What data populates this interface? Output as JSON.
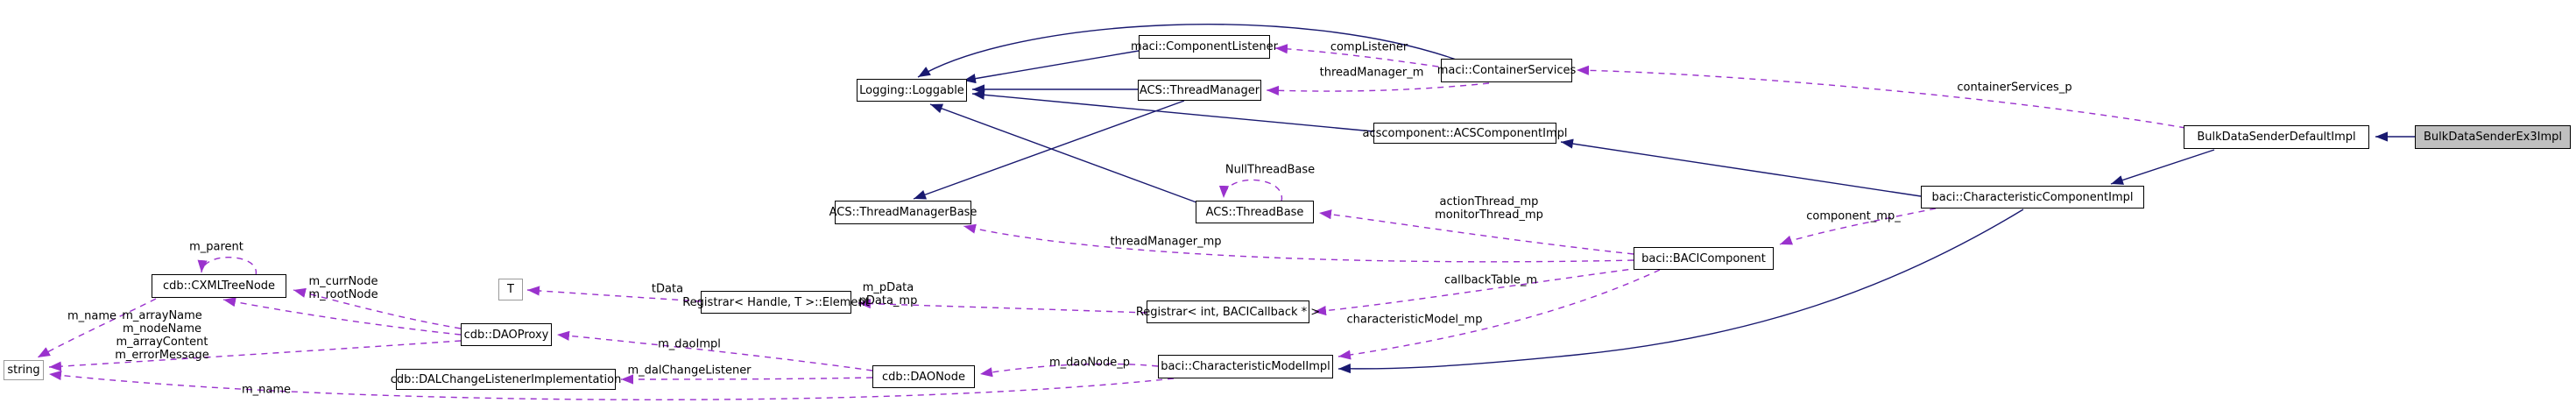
{
  "diagram": {
    "kind": "doxygen-collaboration-graph",
    "nodes": {
      "component_listener": {
        "label": "maci::ComponentListener"
      },
      "container_services": {
        "label": "maci::ContainerServices"
      },
      "loggable": {
        "label": "Logging::Loggable"
      },
      "thread_manager": {
        "label": "ACS::ThreadManager"
      },
      "acs_component_impl": {
        "label": "acscomponent::ACSComponentImpl"
      },
      "bulk_data_sender_default_impl": {
        "label": "BulkDataSenderDefaultImpl"
      },
      "bulk_data_sender_ex3_impl": {
        "label": "BulkDataSenderEx3Impl"
      },
      "thread_base": {
        "label": "ACS::ThreadBase"
      },
      "thread_manager_base": {
        "label": "ACS::ThreadManagerBase"
      },
      "characteristic_component_impl": {
        "label": "baci::CharacteristicComponentImpl"
      },
      "baci_component": {
        "label": "baci::BACIComponent"
      },
      "cxml_tree_node": {
        "label": "cdb::CXMLTreeNode"
      },
      "t_param": {
        "label": "T"
      },
      "registrar_element": {
        "label": "Registrar< Handle, T >::Element"
      },
      "registrar_int": {
        "label": "Registrar< int, BACICallback * >"
      },
      "string_node": {
        "label": "string"
      },
      "dao_proxy": {
        "label": "cdb::DAOProxy"
      },
      "dao_node": {
        "label": "cdb::DAONode"
      },
      "dal_change_listener_implementation": {
        "label": "cdb::DALChangeListenerImplementation"
      },
      "characteristic_model_impl": {
        "label": "baci::CharacteristicModelImpl"
      }
    },
    "edge_labels": {
      "comp_listener": "compListener",
      "thread_manager_m": "threadManager_m",
      "container_services_p": "containerServices_p",
      "null_thread_base": "NullThreadBase",
      "action_monitor_thread": "actionThread_mp\nmonitorThread_mp",
      "component_mp": "component_mp_",
      "thread_manager_mp": "threadManager_mp",
      "callback_table_m": "callbackTable_m",
      "characteristic_model_mp": "characteristicModel_mp",
      "m_pdata": "m_pData\npData_mp",
      "t_data": "tData",
      "m_parent": "m_parent",
      "m_curr_root_node": "m_currNode\nm_rootNode",
      "m_name_tree": "m_name",
      "dao_proxy_strings": "m_arrayName\nm_nodeName\nm_arrayContent\nm_errorMessage",
      "m_dao_impl": "m_daoImpl",
      "m_dal_change_listener": "m_dalChangeListener",
      "m_dao_node_p": "m_daoNode_p",
      "m_name_model": "m_name"
    },
    "relationships": [
      {
        "from": "bulk_data_sender_ex3_impl",
        "to": "bulk_data_sender_default_impl",
        "type": "inheritance"
      },
      {
        "from": "bulk_data_sender_default_impl",
        "to": "characteristic_component_impl",
        "type": "inheritance"
      },
      {
        "from": "characteristic_component_impl",
        "to": "acs_component_impl",
        "type": "inheritance"
      },
      {
        "from": "characteristic_component_impl",
        "to": "characteristic_model_impl",
        "type": "inheritance"
      },
      {
        "from": "acs_component_impl",
        "to": "loggable",
        "type": "inheritance"
      },
      {
        "from": "component_listener",
        "to": "loggable",
        "type": "inheritance"
      },
      {
        "from": "container_services",
        "to": "loggable",
        "type": "inheritance"
      },
      {
        "from": "thread_manager",
        "to": "loggable",
        "type": "inheritance"
      },
      {
        "from": "thread_base",
        "to": "loggable",
        "type": "inheritance"
      },
      {
        "from": "thread_manager",
        "to": "thread_manager_base",
        "type": "inheritance"
      },
      {
        "from": "container_services",
        "to": "component_listener",
        "type": "usage",
        "label": "compListener"
      },
      {
        "from": "container_services",
        "to": "thread_manager",
        "type": "usage",
        "label": "threadManager_m"
      },
      {
        "from": "bulk_data_sender_default_impl",
        "to": "container_services",
        "type": "usage",
        "label": "containerServices_p"
      },
      {
        "from": "thread_base",
        "to": "thread_base",
        "type": "usage",
        "label": "NullThreadBase"
      },
      {
        "from": "baci_component",
        "to": "thread_base",
        "type": "usage",
        "label": "actionThread_mp monitorThread_mp"
      },
      {
        "from": "baci_component",
        "to": "thread_manager_base",
        "type": "usage",
        "label": "threadManager_mp"
      },
      {
        "from": "characteristic_component_impl",
        "to": "baci_component",
        "type": "usage",
        "label": "component_mp_"
      },
      {
        "from": "baci_component",
        "to": "registrar_int",
        "type": "usage",
        "label": "callbackTable_m"
      },
      {
        "from": "baci_component",
        "to": "characteristic_model_impl",
        "type": "usage",
        "label": "characteristicModel_mp"
      },
      {
        "from": "registrar_int",
        "to": "registrar_element",
        "type": "usage",
        "label": "m_pData pData_mp"
      },
      {
        "from": "registrar_element",
        "to": "t_param",
        "type": "usage",
        "label": "tData"
      },
      {
        "from": "cxml_tree_node",
        "to": "cxml_tree_node",
        "type": "usage",
        "label": "m_parent"
      },
      {
        "from": "dao_proxy",
        "to": "cxml_tree_node",
        "type": "usage",
        "label": "m_currNode m_rootNode"
      },
      {
        "from": "cxml_tree_node",
        "to": "string_node",
        "type": "usage",
        "label": "m_name"
      },
      {
        "from": "dao_proxy",
        "to": "string_node",
        "type": "usage",
        "label": "m_arrayName m_nodeName m_arrayContent m_errorMessage"
      },
      {
        "from": "dao_node",
        "to": "dao_proxy",
        "type": "usage",
        "label": "m_daoImpl"
      },
      {
        "from": "dao_node",
        "to": "dal_change_listener_implementation",
        "type": "usage",
        "label": "m_dalChangeListener"
      },
      {
        "from": "characteristic_model_impl",
        "to": "dao_node",
        "type": "usage",
        "label": "m_daoNode_p"
      },
      {
        "from": "characteristic_model_impl",
        "to": "string_node",
        "type": "usage",
        "label": "m_name"
      }
    ]
  },
  "colors": {
    "inheritance_edge": "#191970",
    "usage_edge": "#9a32cd",
    "node_fill": "#ffffff",
    "node_border": "#000000",
    "muted_border": "#9a9a9a",
    "highlight_fill": "#c0c0c0",
    "background": "#ffffff"
  }
}
